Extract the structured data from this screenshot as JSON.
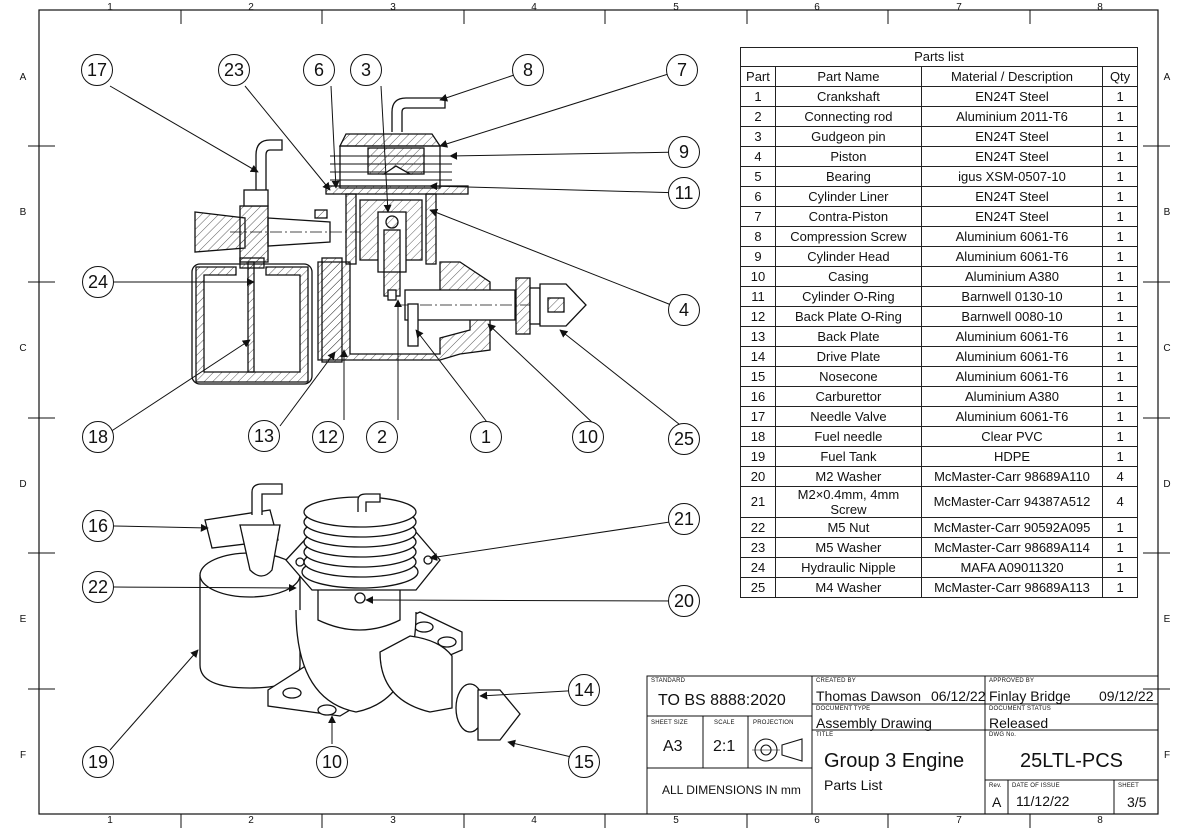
{
  "zones": {
    "columns": [
      "1",
      "2",
      "3",
      "4",
      "5",
      "6",
      "7",
      "8"
    ],
    "rows": [
      "A",
      "B",
      "C",
      "D",
      "E",
      "F"
    ]
  },
  "parts_list": {
    "title": "Parts list",
    "headers": [
      "Part",
      "Part Name",
      "Material / Description",
      "Qty"
    ],
    "rows": [
      [
        "1",
        "Crankshaft",
        "EN24T Steel",
        "1"
      ],
      [
        "2",
        "Connecting rod",
        "Aluminium 2011-T6",
        "1"
      ],
      [
        "3",
        "Gudgeon pin",
        "EN24T Steel",
        "1"
      ],
      [
        "4",
        "Piston",
        "EN24T Steel",
        "1"
      ],
      [
        "5",
        "Bearing",
        "igus XSM-0507-10",
        "1"
      ],
      [
        "6",
        "Cylinder Liner",
        "EN24T Steel",
        "1"
      ],
      [
        "7",
        "Contra-Piston",
        "EN24T Steel",
        "1"
      ],
      [
        "8",
        "Compression Screw",
        "Aluminium 6061-T6",
        "1"
      ],
      [
        "9",
        "Cylinder Head",
        "Aluminium 6061-T6",
        "1"
      ],
      [
        "10",
        "Casing",
        "Aluminium A380",
        "1"
      ],
      [
        "11",
        "Cylinder O-Ring",
        "Barnwell 0130-10",
        "1"
      ],
      [
        "12",
        "Back Plate O-Ring",
        "Barnwell 0080-10",
        "1"
      ],
      [
        "13",
        "Back Plate",
        "Aluminium 6061-T6",
        "1"
      ],
      [
        "14",
        "Drive Plate",
        "Aluminium 6061-T6",
        "1"
      ],
      [
        "15",
        "Nosecone",
        "Aluminium 6061-T6",
        "1"
      ],
      [
        "16",
        "Carburettor",
        "Aluminium A380",
        "1"
      ],
      [
        "17",
        "Needle Valve",
        "Aluminium 6061-T6",
        "1"
      ],
      [
        "18",
        "Fuel needle",
        "Clear PVC",
        "1"
      ],
      [
        "19",
        "Fuel Tank",
        "HDPE",
        "1"
      ],
      [
        "20",
        "M2 Washer",
        "McMaster-Carr  98689A110",
        "4"
      ],
      [
        "21",
        "M2×0.4mm, 4mm Screw",
        "McMaster-Carr 94387A512",
        "4"
      ],
      [
        "22",
        "M5 Nut",
        "McMaster-Carr  90592A095",
        "1"
      ],
      [
        "23",
        "M5 Washer",
        "McMaster-Carr  98689A114",
        "1"
      ],
      [
        "24",
        "Hydraulic Nipple",
        "MAFA A09011320",
        "1"
      ],
      [
        "25",
        "M4 Washer",
        "McMaster-Carr 98689A113",
        "1"
      ]
    ]
  },
  "title_block": {
    "standard_label": "STANDARD",
    "standard": "TO BS 8888:2020",
    "created_by_label": "CREATED BY",
    "created_by": "Thomas Dawson",
    "created_date": "06/12/22",
    "approved_by_label": "APPROVED BY",
    "approved_by": "Finlay Bridge",
    "approved_date": "09/12/22",
    "doc_type_label": "DOCUMENT TYPE",
    "doc_type": "Assembly Drawing",
    "doc_status_label": "DOCUMENT STATUS",
    "doc_status": "Released",
    "sheet_size_label": "SHEET SIZE",
    "sheet_size": "A3",
    "scale_label": "SCALE",
    "scale": "2:1",
    "projection_label": "PROJECTION",
    "title_label": "TITLE",
    "title": "Group 3 Engine",
    "subtitle": "Parts List",
    "dwg_no_label": "DWG No.",
    "dwg_no": "25LTL-PCS",
    "rev_label": "Rev.",
    "rev": "A",
    "issue_date_label": "DATE OF ISSUE",
    "issue_date": "11/12/22",
    "sheet_label": "SHEET",
    "sheet": "3/5",
    "dimensions_note": "ALL DIMENSIONS IN mm"
  },
  "balloons": [
    {
      "n": "17"
    },
    {
      "n": "23"
    },
    {
      "n": "6"
    },
    {
      "n": "3"
    },
    {
      "n": "8"
    },
    {
      "n": "7"
    },
    {
      "n": "9"
    },
    {
      "n": "11"
    },
    {
      "n": "24"
    },
    {
      "n": "4"
    },
    {
      "n": "18"
    },
    {
      "n": "13"
    },
    {
      "n": "12"
    },
    {
      "n": "2"
    },
    {
      "n": "1"
    },
    {
      "n": "10"
    },
    {
      "n": "25"
    },
    {
      "n": "16"
    },
    {
      "n": "21"
    },
    {
      "n": "22"
    },
    {
      "n": "20"
    },
    {
      "n": "14"
    },
    {
      "n": "19"
    },
    {
      "n": "10"
    },
    {
      "n": "15"
    }
  ]
}
